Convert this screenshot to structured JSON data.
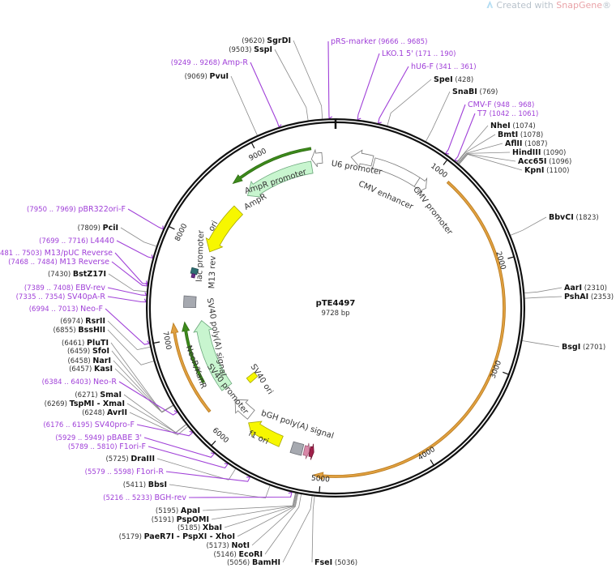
{
  "watermark": {
    "prefix": "Created with ",
    "brand": "SnapGene",
    "suffix": "®"
  },
  "plasmid": {
    "name": "pTE4497",
    "length_label": "9728 bp",
    "length": 9728
  },
  "ticks": [
    "1000",
    "2000",
    "3000",
    "4000",
    "5000",
    "6000",
    "7000",
    "8000",
    "9000"
  ],
  "colors": {
    "enzyme_line": "#8a8a8a",
    "primer": "#a040d8",
    "ring": "#111111"
  },
  "sites": [
    {
      "type": "primer",
      "name": "pRS-marker",
      "start": 9666,
      "end": 9685
    },
    {
      "type": "primer",
      "name": "LKO.1 5'",
      "start": 171,
      "end": 190
    },
    {
      "type": "primer",
      "name": "hU6-F",
      "start": 341,
      "end": 361
    },
    {
      "type": "enzyme",
      "name": "SpeI",
      "pos": 428
    },
    {
      "type": "enzyme",
      "name": "SnaBI",
      "pos": 769
    },
    {
      "type": "primer",
      "name": "CMV-F",
      "start": 948,
      "end": 968
    },
    {
      "type": "primer",
      "name": "T7",
      "start": 1042,
      "end": 1061
    },
    {
      "type": "enzyme",
      "name": "NheI",
      "pos": 1074
    },
    {
      "type": "enzyme",
      "name": "BmtI",
      "pos": 1078
    },
    {
      "type": "enzyme",
      "name": "AflII",
      "pos": 1087
    },
    {
      "type": "enzyme",
      "name": "HindIII",
      "pos": 1090
    },
    {
      "type": "enzyme",
      "name": "Acc65I",
      "pos": 1096
    },
    {
      "type": "enzyme",
      "name": "KpnI",
      "pos": 1100
    },
    {
      "type": "enzyme",
      "name": "BbvCI",
      "pos": 1823
    },
    {
      "type": "enzyme",
      "name": "AarI",
      "pos": 2310
    },
    {
      "type": "enzyme",
      "name": "PshAI",
      "pos": 2353
    },
    {
      "type": "enzyme",
      "name": "BsgI",
      "pos": 2701
    },
    {
      "type": "enzyme",
      "name": "FseI",
      "pos": 5036
    },
    {
      "type": "enzyme",
      "name": "SgrDI",
      "pos": 9620
    },
    {
      "type": "enzyme",
      "name": "SspI",
      "pos": 9503
    },
    {
      "type": "primer",
      "name": "Amp-R",
      "start": 9249,
      "end": 9268
    },
    {
      "type": "enzyme",
      "name": "PvuI",
      "pos": 9069
    },
    {
      "type": "primer",
      "name": "pBR322ori-F",
      "start": 7950,
      "end": 7969
    },
    {
      "type": "enzyme",
      "name": "PciI",
      "pos": 7809
    },
    {
      "type": "primer",
      "name": "L4440",
      "start": 7699,
      "end": 7716
    },
    {
      "type": "primer",
      "name": "M13/pUC Reverse",
      "start": 7481,
      "end": 7503
    },
    {
      "type": "primer",
      "name": "M13 Reverse",
      "start": 7468,
      "end": 7484
    },
    {
      "type": "enzyme",
      "name": "BstZ17I",
      "pos": 7430
    },
    {
      "type": "primer",
      "name": "EBV-rev",
      "start": 7389,
      "end": 7408
    },
    {
      "type": "primer",
      "name": "SV40pA-R",
      "start": 7335,
      "end": 7354
    },
    {
      "type": "primer",
      "name": "Neo-F",
      "start": 6994,
      "end": 7013
    },
    {
      "type": "enzyme",
      "name": "RsrII",
      "pos": 6974
    },
    {
      "type": "enzyme",
      "name": "BssHII",
      "pos": 6855
    },
    {
      "type": "enzyme",
      "name": "PluTI",
      "pos": 6461
    },
    {
      "type": "enzyme",
      "name": "SfoI",
      "pos": 6459
    },
    {
      "type": "enzyme",
      "name": "NarI",
      "pos": 6458
    },
    {
      "type": "enzyme",
      "name": "KasI",
      "pos": 6457
    },
    {
      "type": "primer",
      "name": "Neo-R",
      "start": 6384,
      "end": 6403
    },
    {
      "type": "enzyme",
      "name": "SmaI",
      "pos": 6271
    },
    {
      "type": "enzyme",
      "name": "TspMI  - XmaI",
      "pos": 6269
    },
    {
      "type": "enzyme",
      "name": "AvrII",
      "pos": 6248
    },
    {
      "type": "primer",
      "name": "SV40pro-F",
      "start": 6176,
      "end": 6195
    },
    {
      "type": "primer",
      "name": "pBABE 3'",
      "start": 5929,
      "end": 5949
    },
    {
      "type": "primer",
      "name": "F1ori-F",
      "start": 5789,
      "end": 5810
    },
    {
      "type": "enzyme",
      "name": "DraIII",
      "pos": 5725
    },
    {
      "type": "primer",
      "name": "F1ori-R",
      "start": 5579,
      "end": 5598
    },
    {
      "type": "enzyme",
      "name": "BbsI",
      "pos": 5411
    },
    {
      "type": "primer",
      "name": "BGH-rev",
      "start": 5216,
      "end": 5233
    },
    {
      "type": "enzyme",
      "name": "ApaI",
      "pos": 5195
    },
    {
      "type": "enzyme",
      "name": "PspOMI",
      "pos": 5191
    },
    {
      "type": "enzyme",
      "name": "XbaI",
      "pos": 5185
    },
    {
      "type": "enzyme",
      "name": "PaeR7I  - PspXI  - XhoI",
      "pos": 5179
    },
    {
      "type": "enzyme",
      "name": "NotI",
      "pos": 5173
    },
    {
      "type": "enzyme",
      "name": "EcoRI",
      "pos": 5146
    },
    {
      "type": "enzyme",
      "name": "BamHI",
      "pos": 5056
    }
  ],
  "features": [
    {
      "label": "U6 promoter",
      "start": 160,
      "end": 380,
      "dir": -1,
      "fill": "#ffffff",
      "stroke": "#777777"
    },
    {
      "label": "CMV enhancer",
      "start": 400,
      "end": 890,
      "dir": 0,
      "fill": "#ffffff",
      "stroke": "#777777"
    },
    {
      "label": "CMV promoter",
      "start": 890,
      "end": 1000,
      "dir": 1,
      "fill": "#ffffff",
      "stroke": "#777777"
    },
    {
      "start": 1127,
      "end": 5070,
      "dir": 1,
      "fill": "#e0a040",
      "stroke": "#b87a1e"
    },
    {
      "label": "AmpR promoter",
      "start": 9480,
      "end": 9590,
      "dir": -1,
      "fill": "#ffffff",
      "stroke": "#777777"
    },
    {
      "label": "AmpR",
      "start": 8700,
      "end": 9470,
      "dir": -1,
      "fill": "#c8f5cf",
      "stroke": "#6aa67a"
    },
    {
      "start": 8660,
      "end": 9490,
      "dir": -1,
      "fill": "#3d8a1c",
      "stroke": "#2e6d12"
    },
    {
      "label": "ori",
      "start": 7944,
      "end": 8517,
      "dir": -1,
      "fill": "#f7f700",
      "stroke": "#a8a800"
    },
    {
      "label": "lac promoter",
      "start": 7660,
      "end": 7720,
      "dir": 0,
      "fill": "#2f6f73",
      "stroke": "#1d4b4e"
    },
    {
      "label": "M13 rev",
      "start": 7620,
      "end": 7660,
      "dir": 0,
      "fill": "#6a2d8a",
      "stroke": "#4a1d62"
    },
    {
      "label": "SV40 poly(A) signal",
      "start": 7300,
      "end": 7420,
      "dir": 0,
      "fill": "#a6a9b0",
      "stroke": "#6e7178"
    },
    {
      "label": "NeoR/KanR",
      "start": 6321,
      "end": 7150,
      "dir": 1,
      "fill": "#c8f5cf",
      "stroke": "#6aa67a"
    },
    {
      "start": 6500,
      "end": 7150,
      "dir": 1,
      "fill": "#3d8a1c",
      "stroke": "#2e6d12"
    },
    {
      "start": 6230,
      "end": 7150,
      "dir": 1,
      "fill": "#e0a040",
      "stroke": "#b87a1e"
    },
    {
      "label": "SV40 promoter",
      "start": 5900,
      "end": 6150,
      "dir": 1,
      "fill": "#ffffff",
      "stroke": "#777777"
    },
    {
      "label": "SV40 ori",
      "start": 6180,
      "end": 6260,
      "dir": 0,
      "fill": "#f7f700",
      "stroke": "#a8a800"
    },
    {
      "label": "f1 ori",
      "start": 5465,
      "end": 5867,
      "dir": 1,
      "fill": "#f7f700",
      "stroke": "#a8a800"
    },
    {
      "label": "bGH poly(A) signal",
      "start": 5218,
      "end": 5335,
      "dir": 0,
      "fill": "#a6a9b0",
      "stroke": "#6e7178"
    },
    {
      "start": 5140,
      "end": 5200,
      "dir": -1,
      "fill": "#d987a8",
      "stroke": "#a0607a"
    },
    {
      "start": 5095,
      "end": 5140,
      "dir": -1,
      "fill": "#a0204a",
      "stroke": "#701030"
    }
  ]
}
